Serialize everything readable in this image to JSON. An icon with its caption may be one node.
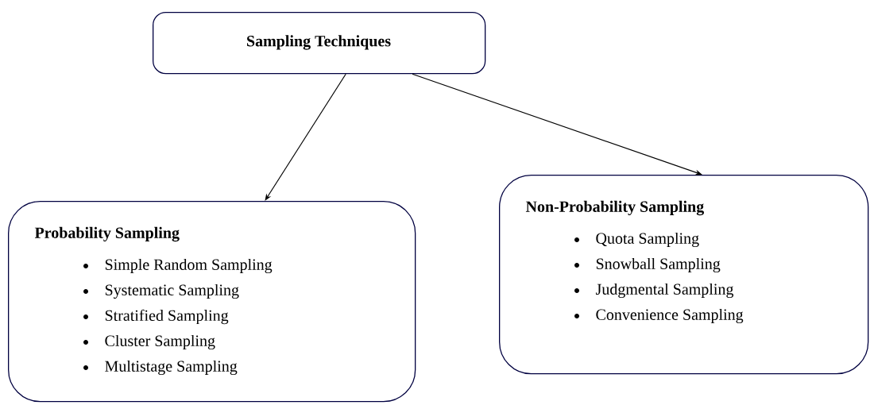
{
  "diagram": {
    "nodes": [
      {
        "text": [
          "Sampling Techniques"
        ]
      },
      {
        "text": [
          "Probability Sampling",
          "Simple Random Sampling",
          "Systematic Sampling",
          "Stratified Sampling",
          "Cluster Sampling",
          "Multistage Sampling"
        ]
      },
      {
        "text": [
          "Non-Probability Sampling",
          "Quota Sampling",
          "Snowball Sampling",
          "Judgmental Sampling",
          "Convenience Sampling"
        ]
      }
    ],
    "edges": [
      {
        "from": 0,
        "to": 1,
        "arrow": "to"
      },
      {
        "from": 0,
        "to": 2,
        "arrow": "to"
      }
    ]
  }
}
